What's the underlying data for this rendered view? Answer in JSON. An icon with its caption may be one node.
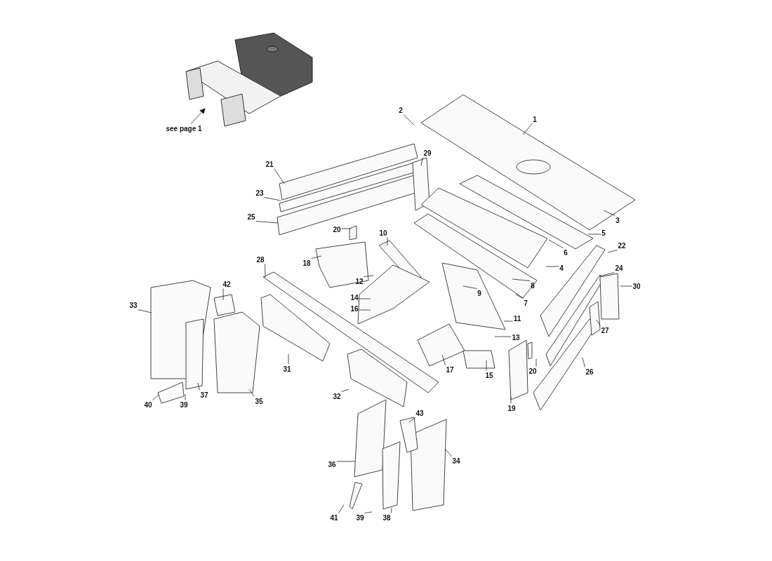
{
  "diagram": {
    "nodes": [
      {
        "text": [],
        "shape": "picture"
      },
      {
        "text": [
          "see page 1"
        ]
      },
      {
        "text": [
          "1"
        ]
      },
      {
        "text": [
          "2"
        ]
      },
      {
        "text": [
          "21"
        ]
      },
      {
        "text": [
          "29"
        ]
      },
      {
        "text": [
          "23"
        ]
      },
      {
        "text": [
          "25"
        ]
      },
      {
        "text": [
          "3"
        ]
      },
      {
        "text": [
          "20"
        ]
      },
      {
        "text": [
          "5"
        ]
      },
      {
        "text": [
          "10"
        ]
      },
      {
        "text": [
          "22"
        ]
      },
      {
        "text": [
          "6"
        ]
      },
      {
        "text": [
          "4"
        ]
      },
      {
        "text": [
          "28"
        ]
      },
      {
        "text": [
          "18"
        ]
      },
      {
        "text": [
          "24"
        ]
      },
      {
        "text": [
          "42"
        ]
      },
      {
        "text": [
          "30"
        ]
      },
      {
        "text": [
          "12"
        ]
      },
      {
        "text": [
          "8"
        ]
      },
      {
        "text": [
          "33"
        ]
      },
      {
        "text": [
          "9"
        ]
      },
      {
        "text": [
          "14"
        ]
      },
      {
        "text": [
          "7"
        ]
      },
      {
        "text": [
          "16"
        ]
      },
      {
        "text": [
          "11"
        ]
      },
      {
        "text": [
          "27"
        ]
      },
      {
        "text": [
          "13"
        ]
      },
      {
        "text": [
          "31"
        ]
      },
      {
        "text": [
          "17"
        ]
      },
      {
        "text": [
          "20"
        ]
      },
      {
        "text": [
          "26"
        ]
      },
      {
        "text": [
          "15"
        ]
      },
      {
        "text": [
          "37"
        ]
      },
      {
        "text": [
          "35"
        ]
      },
      {
        "text": [
          "32"
        ]
      },
      {
        "text": [
          "40"
        ]
      },
      {
        "text": [
          "39"
        ]
      },
      {
        "text": [
          "19"
        ]
      },
      {
        "text": [
          "43"
        ]
      },
      {
        "text": [
          "34"
        ]
      },
      {
        "text": [
          "36"
        ]
      },
      {
        "text": [
          "41"
        ]
      },
      {
        "text": [
          "39"
        ]
      },
      {
        "text": [
          "38"
        ]
      }
    ],
    "edges": [
      {
        "from": 1,
        "to": 0,
        "arrow": "to"
      },
      {
        "from": 2,
        "to": null,
        "arrow": "none"
      },
      {
        "from": 3,
        "to": null,
        "arrow": "none"
      },
      {
        "from": 4,
        "to": null,
        "arrow": "none"
      },
      {
        "from": 5,
        "to": null,
        "arrow": "none"
      },
      {
        "from": 6,
        "to": null,
        "arrow": "none"
      },
      {
        "from": 7,
        "to": null,
        "arrow": "none"
      },
      {
        "from": 8,
        "to": null,
        "arrow": "none"
      },
      {
        "from": 9,
        "to": null,
        "arrow": "none"
      },
      {
        "from": 10,
        "to": null,
        "arrow": "none"
      },
      {
        "from": 11,
        "to": null,
        "arrow": "none"
      },
      {
        "from": 12,
        "to": null,
        "arrow": "none"
      },
      {
        "from": 13,
        "to": null,
        "arrow": "none"
      },
      {
        "from": 14,
        "to": null,
        "arrow": "none"
      },
      {
        "from": 15,
        "to": null,
        "arrow": "none"
      },
      {
        "from": 16,
        "to": null,
        "arrow": "none"
      },
      {
        "from": 17,
        "to": null,
        "arrow": "none"
      },
      {
        "from": 18,
        "to": null,
        "arrow": "none"
      },
      {
        "from": 19,
        "to": null,
        "arrow": "none"
      },
      {
        "from": 20,
        "to": null,
        "arrow": "none"
      },
      {
        "from": 21,
        "to": null,
        "arrow": "none"
      },
      {
        "from": 22,
        "to": null,
        "arrow": "none"
      },
      {
        "from": 23,
        "to": null,
        "arrow": "none"
      },
      {
        "from": 24,
        "to": null,
        "arrow": "none"
      },
      {
        "from": 25,
        "to": null,
        "arrow": "none"
      },
      {
        "from": 26,
        "to": null,
        "arrow": "none"
      },
      {
        "from": 27,
        "to": null,
        "arrow": "none"
      },
      {
        "from": 28,
        "to": null,
        "arrow": "none"
      },
      {
        "from": 29,
        "to": null,
        "arrow": "none"
      },
      {
        "from": 30,
        "to": null,
        "arrow": "none"
      },
      {
        "from": 31,
        "to": null,
        "arrow": "none"
      },
      {
        "from": 32,
        "to": null,
        "arrow": "none"
      },
      {
        "from": 33,
        "to": null,
        "arrow": "none"
      },
      {
        "from": 34,
        "to": null,
        "arrow": "none"
      },
      {
        "from": 35,
        "to": null,
        "arrow": "none"
      },
      {
        "from": 36,
        "to": null,
        "arrow": "none"
      },
      {
        "from": 37,
        "to": null,
        "arrow": "none"
      },
      {
        "from": 38,
        "to": null,
        "arrow": "none"
      },
      {
        "from": 39,
        "to": null,
        "arrow": "none"
      },
      {
        "from": 40,
        "to": null,
        "arrow": "none"
      },
      {
        "from": 41,
        "to": null,
        "arrow": "none"
      },
      {
        "from": 42,
        "to": null,
        "arrow": "none"
      },
      {
        "from": 43,
        "to": null,
        "arrow": "none"
      },
      {
        "from": 44,
        "to": null,
        "arrow": "none"
      },
      {
        "from": 45,
        "to": null,
        "arrow": "none"
      },
      {
        "from": 46,
        "to": null,
        "arrow": "none"
      }
    ]
  }
}
